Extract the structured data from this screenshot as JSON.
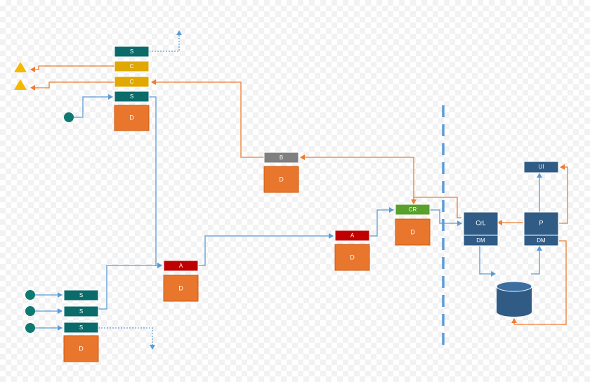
{
  "colors": {
    "teal": "#0b6b6b",
    "gold": "#e0a800",
    "orange": "#e8762c",
    "gray": "#7f7f7f",
    "red": "#c00000",
    "green": "#5aa02c",
    "navy": "#2f5b85",
    "blue_line": "#5b9bd5",
    "orange_line": "#ed7d31"
  },
  "labels": {
    "s": "S",
    "c": "C",
    "d": "D",
    "a": "A",
    "b": "B",
    "cr": "CR",
    "crl": "CrL",
    "p": "P",
    "dm": "DM",
    "ui": "UI"
  }
}
